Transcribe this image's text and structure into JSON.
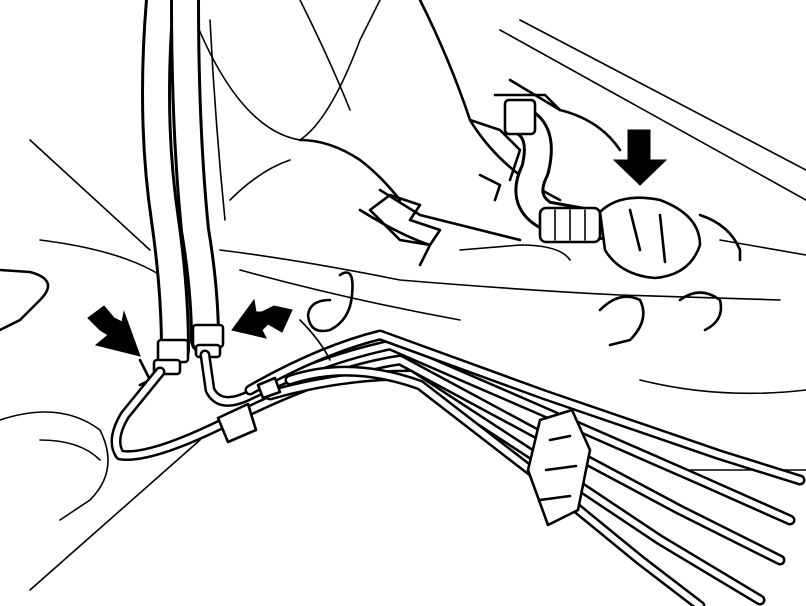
{
  "figure": {
    "background": "#ffffff",
    "ink_color": "#000000",
    "callouts": [
      {
        "id": "arrow-left-fitting",
        "direction": "down-right"
      },
      {
        "id": "arrow-center-fitting",
        "direction": "down-left"
      },
      {
        "id": "arrow-right-fitting",
        "direction": "down"
      }
    ]
  }
}
